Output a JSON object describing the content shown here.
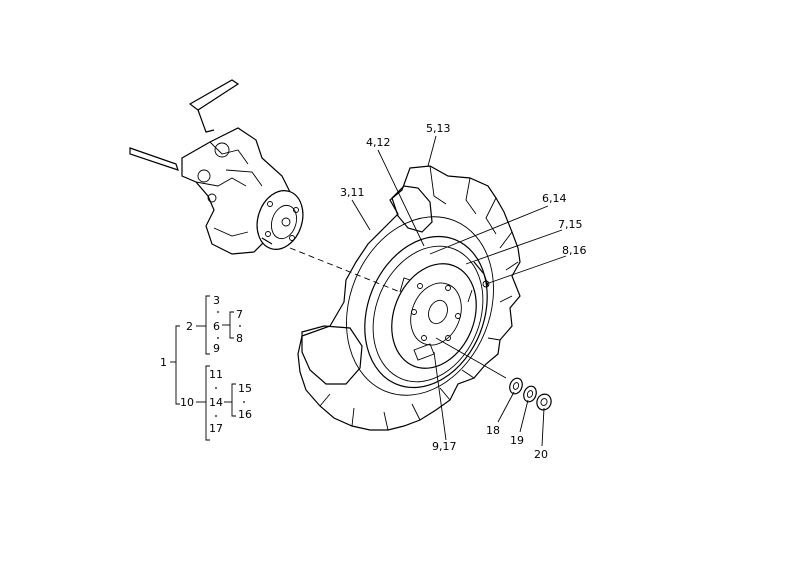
{
  "callouts": {
    "c3_11": "3,11",
    "c4_12": "4,12",
    "c5_13": "5,13",
    "c6_14": "6,14",
    "c7_15": "7,15",
    "c8_16": "8,16",
    "c9_17": "9,17",
    "c18": "18",
    "c19": "19",
    "c20": "20"
  },
  "tree": {
    "n1": "1",
    "n2": "2",
    "n3": "3",
    "n6": "6",
    "n7": "7",
    "n8": "8",
    "n9": "9",
    "n10": "10",
    "n11": "11",
    "n14": "14",
    "n15": "15",
    "n16": "16",
    "n17": "17"
  }
}
